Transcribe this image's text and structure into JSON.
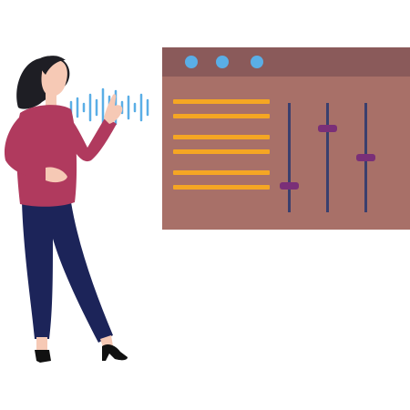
{
  "colors": {
    "window_titlebar": "#8a5a5a",
    "window_body": "#a87068",
    "window_dot": "#5aaee6",
    "text_line": "#f5a623",
    "slider_track": "#3a3f6e",
    "slider_knob": "#7a2f78",
    "sound_wave": "#5aaee6",
    "sweater": "#b03a5e",
    "pants": "#1c2459",
    "hair": "#1e1e24",
    "skin": "#f6c9b5"
  },
  "window": {
    "dots": [
      "window-dot",
      "window-dot",
      "window-dot"
    ],
    "text_lines": 6,
    "sliders": [
      {
        "name": "slider-1",
        "level": 0.24
      },
      {
        "name": "slider-2",
        "level": 0.78
      },
      {
        "name": "slider-3",
        "level": 0.5
      }
    ]
  },
  "icons": {
    "sound_wave": "sound-wave-icon",
    "person": "woman-illustration"
  }
}
